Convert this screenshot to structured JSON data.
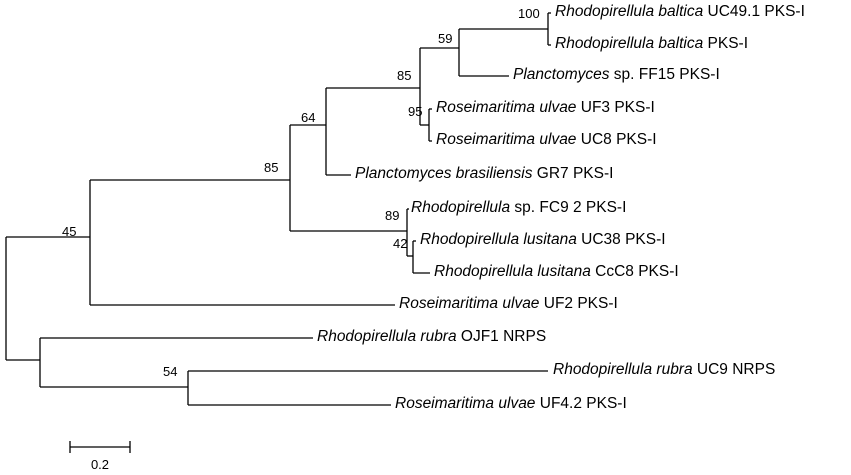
{
  "tree": {
    "branch_color": "#000000",
    "taxa": [
      {
        "id": "t1",
        "genus": "Rhodopirellula",
        "epithet": "baltica",
        "strain": "UC49.1 PKS-I"
      },
      {
        "id": "t2",
        "genus": "Rhodopirellula",
        "epithet": "baltica",
        "strain": "PKS-I"
      },
      {
        "id": "t3",
        "genus": "Planctomyces",
        "epithet": "sp.",
        "strain": "FF15 PKS-I"
      },
      {
        "id": "t4",
        "genus": "Roseimaritima",
        "epithet": "ulvae",
        "strain": "UF3 PKS-I"
      },
      {
        "id": "t5",
        "genus": "Roseimaritima",
        "epithet": "ulvae",
        "strain": "UC8 PKS-I"
      },
      {
        "id": "t6",
        "genus": "Planctomyces",
        "epithet": "brasiliensis",
        "strain": "GR7 PKS-I"
      },
      {
        "id": "t7",
        "genus": "Rhodopirellula",
        "epithet": "sp.",
        "strain": "FC9 2 PKS-I"
      },
      {
        "id": "t8",
        "genus": "Rhodopirellula",
        "epithet": "lusitana",
        "strain": "UC38 PKS-I"
      },
      {
        "id": "t9",
        "genus": "Rhodopirellula",
        "epithet": "lusitana",
        "strain": "CcC8 PKS-I"
      },
      {
        "id": "t10",
        "genus": "Roseimaritima",
        "epithet": "ulvae",
        "strain": "UF2 PKS-I"
      },
      {
        "id": "t11",
        "genus": "Rhodopirellula",
        "epithet": "rubra",
        "strain": "OJF1 NRPS"
      },
      {
        "id": "t12",
        "genus": "Rhodopirellula",
        "epithet": "rubra",
        "strain": "UC9 NRPS"
      },
      {
        "id": "t13",
        "genus": "Roseimaritima",
        "epithet": "ulvae",
        "strain": "UF4.2 PKS-I"
      }
    ],
    "support_values": [
      "100",
      "59",
      "85",
      "95",
      "64",
      "85",
      "89",
      "42",
      "45",
      "54"
    ],
    "scale_bar": {
      "value": 0.2,
      "label": "0.2"
    }
  }
}
